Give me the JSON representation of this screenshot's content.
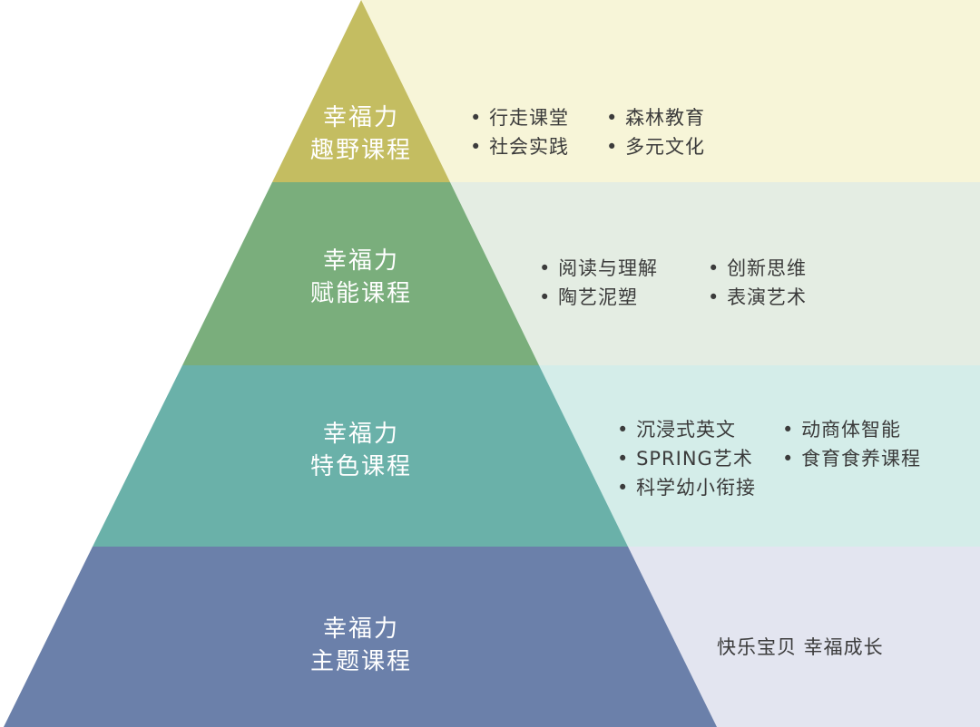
{
  "tiers": [
    {
      "title": "幸福力",
      "subtitle": "趣野课程",
      "items": [
        "行走课堂",
        "森林教育",
        "社会实践",
        "多元文化"
      ],
      "color": "#c4bd61",
      "bg": "#f7f5d8"
    },
    {
      "title": "幸福力",
      "subtitle": "赋能课程",
      "items": [
        "阅读与理解",
        "创新思维",
        "陶艺泥塑",
        "表演艺术"
      ],
      "color": "#7aae7c",
      "bg": "#e4ede3"
    },
    {
      "title": "幸福力",
      "subtitle": "特色课程",
      "items": [
        "沉浸式英文",
        "动商体智能",
        "SPRING艺术",
        "食育食养课程",
        "科学幼小衔接"
      ],
      "color": "#6ab1a9",
      "bg": "#d4ede9"
    },
    {
      "title": "幸福力",
      "subtitle": "主题课程",
      "motto": "快乐宝贝 幸福成长",
      "color": "#6b80aa",
      "bg": "#e3e5f0"
    }
  ]
}
